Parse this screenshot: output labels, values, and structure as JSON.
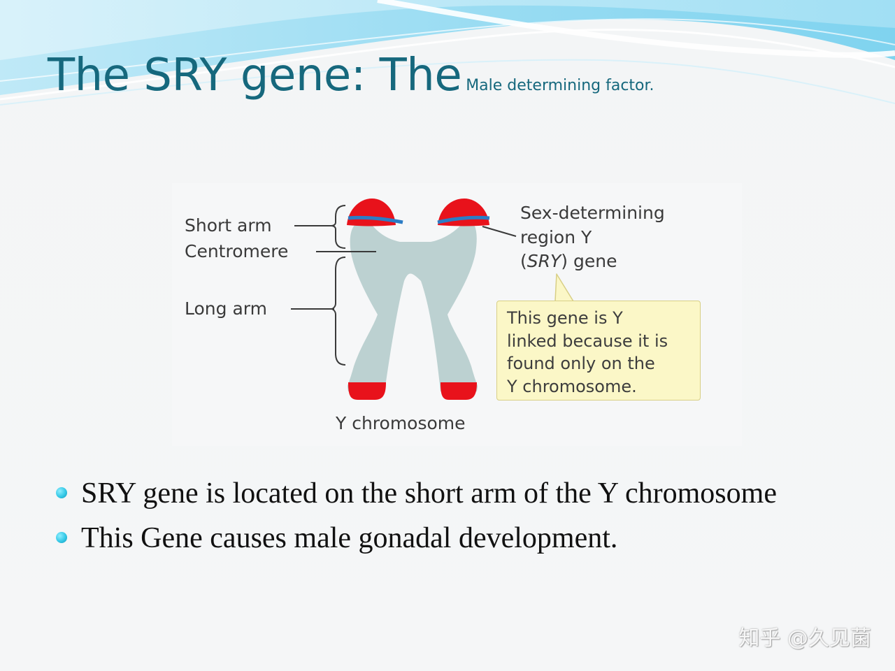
{
  "title": {
    "main": "The SRY gene: The",
    "sub": "Male determining factor."
  },
  "diagram": {
    "labels": {
      "short_arm": "Short arm",
      "centromere": "Centromere",
      "long_arm": "Long arm",
      "sry_line1": "Sex-determining",
      "sry_line2": "region Y",
      "sry_line3_open": "(",
      "sry_line3_italic": "SRY",
      "sry_line3_rest": ") gene",
      "caption": "Y chromosome"
    },
    "callout": {
      "line1": "This gene is Y",
      "line2": "linked because it is",
      "line3": "found only on the",
      "line4": "Y chromosome."
    },
    "colors": {
      "chromosome_body": "#bcd1d1",
      "telomere": "#e8121b",
      "sry_band": "#2c7cc5",
      "callout_fill": "#fbf7c7"
    }
  },
  "bullets": [
    "SRY gene is located on the short arm of the Y chromosome",
    "This Gene causes male gonadal development."
  ],
  "watermark": "知乎 @久见菌",
  "colors": {
    "title": "#16687d",
    "bullet": "#34c8e6"
  }
}
